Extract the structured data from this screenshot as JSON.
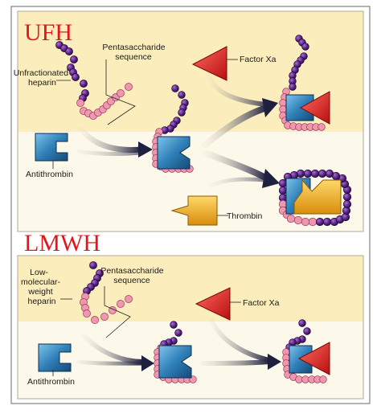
{
  "sections": {
    "ufh": {
      "title": "UFH",
      "labels": {
        "heparin": [
          "Unfractionated",
          "heparin"
        ],
        "pentasaccharide": [
          "Pentasaccharide",
          "sequence"
        ],
        "factor_xa": "Factor Xa",
        "antithrombin": "Antithrombin",
        "thrombin": "Thrombin"
      }
    },
    "lmwh": {
      "title": "LMWH",
      "labels": {
        "heparin": [
          "Low-",
          "molecular-",
          "weight",
          "heparin"
        ],
        "pentasaccharide": [
          "Pentasaccharide",
          "sequence"
        ],
        "factor_xa": "Factor Xa",
        "antithrombin": "Antithrombin"
      }
    }
  },
  "colors": {
    "panel_top": "#fbeebc",
    "panel_bottom": "#fdf9ea",
    "title_red": "#e4161c",
    "heparin_purple": "#4a2070",
    "pentasaccharide_pink": "#f097b0",
    "antithrombin_blue": "#2f80b8",
    "factor_xa_red": "#e41e22",
    "thrombin_yellow": "#f2b21e",
    "arrow_dark": "#2a2a4a"
  }
}
